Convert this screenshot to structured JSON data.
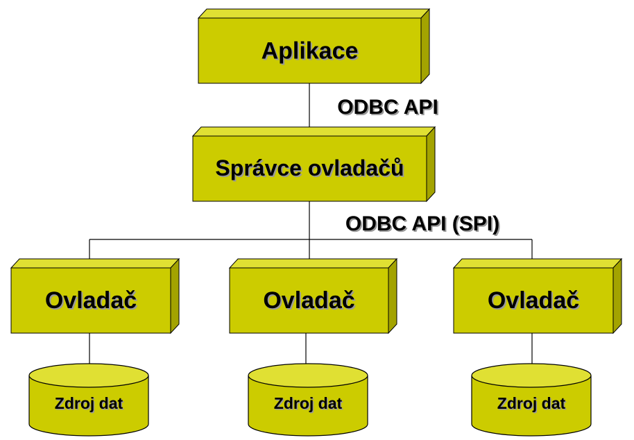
{
  "colors": {
    "box_front": "#cccc00",
    "box_top": "#e0e033",
    "box_side": "#a3a300",
    "cylinder_top": "#e0e033",
    "line": "#000000"
  },
  "app": {
    "label": "Aplikace"
  },
  "interface_top": {
    "label": "ODBC API"
  },
  "manager": {
    "label": "Správce ovladačů"
  },
  "interface_bottom": {
    "label": "ODBC API (SPI)"
  },
  "drivers": [
    {
      "label": "Ovladač"
    },
    {
      "label": "Ovladač"
    },
    {
      "label": "Ovladač"
    }
  ],
  "sources": [
    {
      "label": "Zdroj dat"
    },
    {
      "label": "Zdroj dat"
    },
    {
      "label": "Zdroj dat"
    }
  ]
}
